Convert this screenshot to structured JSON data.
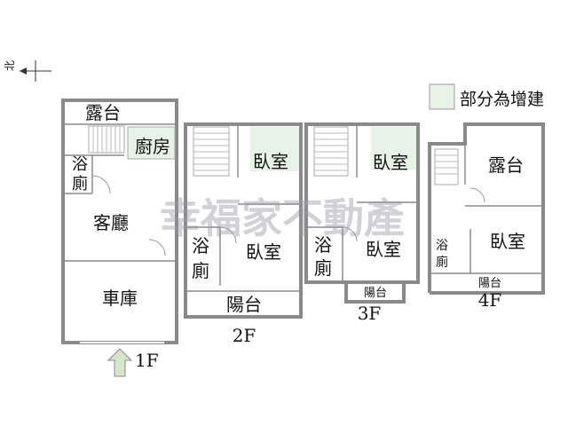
{
  "compass": {
    "north_label": "北"
  },
  "legend": {
    "label": "部分為增建",
    "color": "#e8f3e8"
  },
  "watermark": "幸福家不動產",
  "colors": {
    "wall": "#8a8a8a",
    "addition": "#e8f3e8",
    "arrow": "#d6e6c8"
  },
  "floors": [
    {
      "label": "1F",
      "rooms": [
        "露台",
        "廚房",
        "浴",
        "廁",
        "客廳",
        "車庫"
      ]
    },
    {
      "label": "2F",
      "rooms": [
        "臥室",
        "浴",
        "廁",
        "臥室",
        "陽台"
      ]
    },
    {
      "label": "3F",
      "rooms": [
        "臥室",
        "浴",
        "廁",
        "臥室",
        "陽台"
      ]
    },
    {
      "label": "4F",
      "rooms": [
        "露台",
        "浴",
        "廁",
        "臥室",
        "陽台"
      ]
    }
  ]
}
